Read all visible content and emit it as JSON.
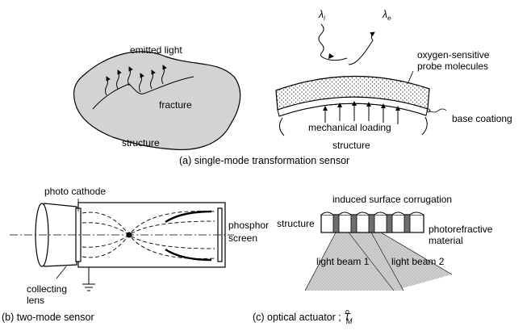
{
  "diagram": {
    "panel_a": {
      "label_emitted_light": "emitted light",
      "label_fracture": "fracture",
      "label_structure_left": "structure",
      "label_lambda_i": "λ",
      "label_lambda_i_sub": "i",
      "label_lambda_e": "λ",
      "label_lambda_e_sub": "e",
      "label_oxygen_1": "oxygen-sensitive",
      "label_oxygen_2": "probe molecules",
      "label_base_coating": "base coationg",
      "label_mechanical_loading": "mechanical loading",
      "label_structure_right": "structure",
      "caption": "(a) single-mode transformation sensor"
    },
    "panel_b": {
      "label_photo_cathode": "photo cathode",
      "label_phosphor_1": "phosphor",
      "label_phosphor_2": "screen",
      "label_collecting_1": "collecting",
      "label_collecting_2": "lens",
      "caption": "(b)  two-mode sensor"
    },
    "panel_c": {
      "label_induced": "induced surface corrugation",
      "label_structure": "structure",
      "label_photorefractive_1": "photorefractive",
      "label_photorefractive_2": "material",
      "label_beam_1": "light beam 1",
      "label_beam_2": "light beam 2",
      "caption_prefix": "(c) optical actuator ; ",
      "caption_T": "T",
      "caption_sup": "o",
      "caption_sub": "M"
    }
  },
  "colors": {
    "gray_fill": "#d3d3d3",
    "beam_fill": "#c8c8c8",
    "dark_block": "#6e6e6e",
    "line": "#000000"
  }
}
